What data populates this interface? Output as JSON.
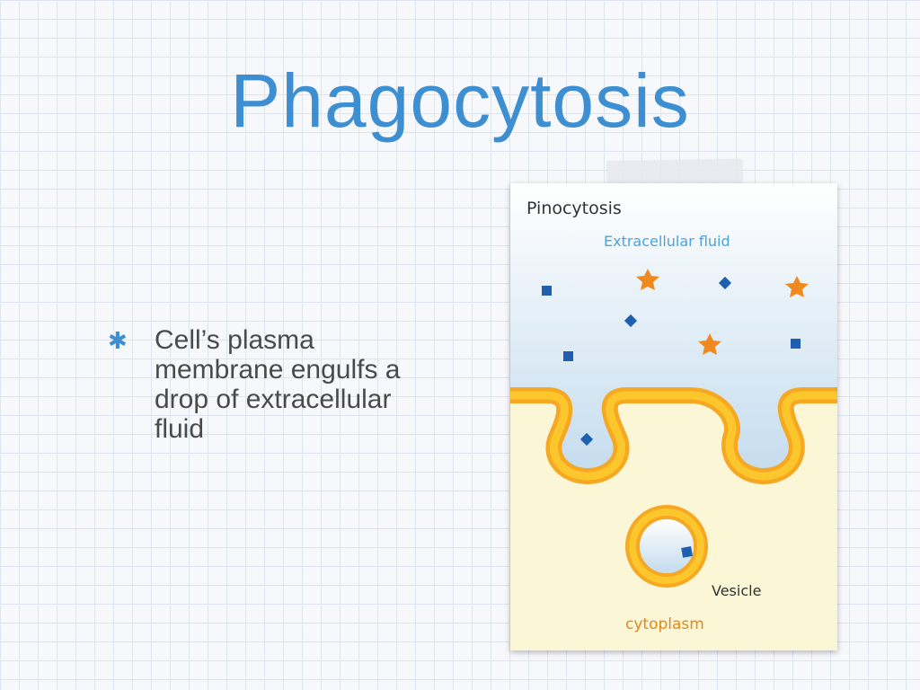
{
  "slide": {
    "title": "Phagocytosis",
    "bullet": "Cell’s plasma membrane engulfs a drop of extracellular fluid"
  },
  "figure": {
    "title": "Pinocytosis",
    "extracellular_label": "Extracellular fluid",
    "vesicle_label": "Vesicle",
    "cytoplasm_label": "cytoplasm"
  },
  "colors": {
    "title_blue": "#3d8fd1",
    "membrane_orange": "#f7a823",
    "membrane_yellow": "#fcc72c",
    "fluid_blue": "#c4dcee",
    "cytoplasm_yellow": "#faf6d6",
    "particle_blue": "#1f5fb0",
    "star_orange": "#f08a1e"
  }
}
